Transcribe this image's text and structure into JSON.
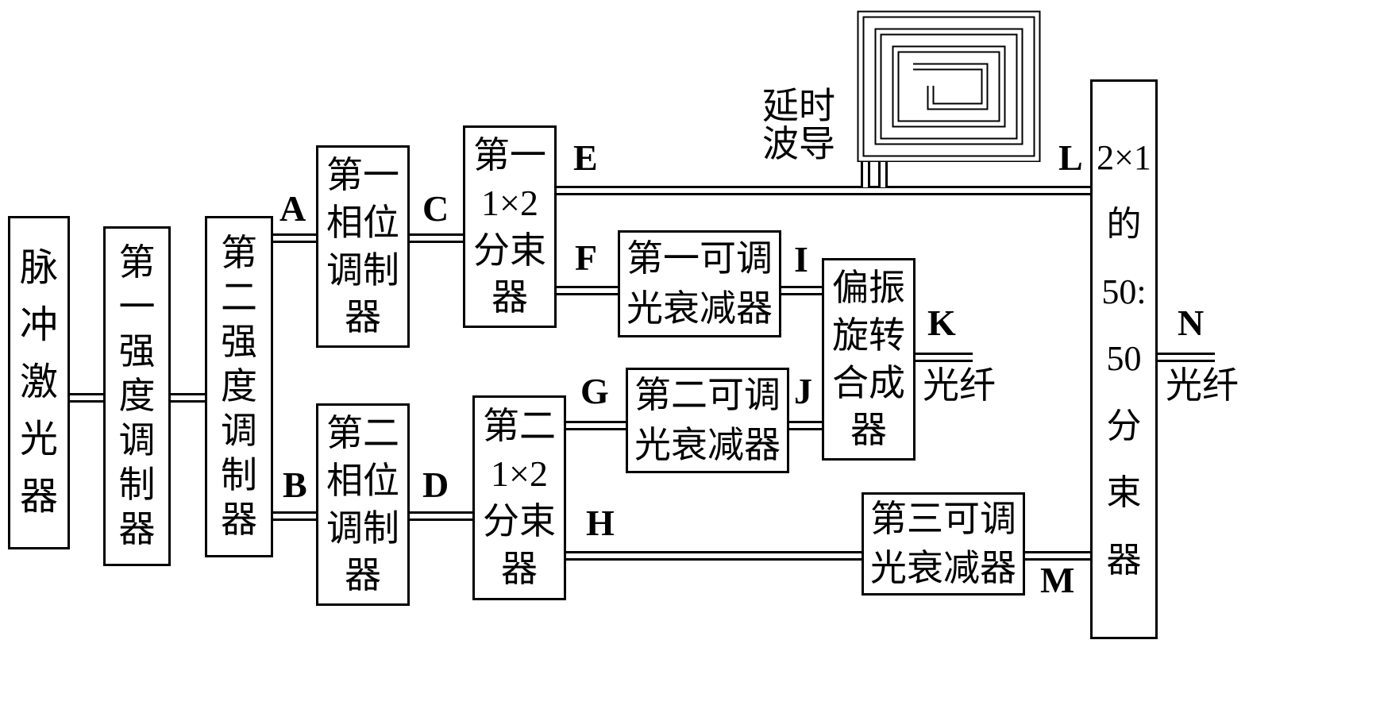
{
  "canvas": {
    "background": "#ffffff",
    "line_color": "#000000"
  },
  "boxes": {
    "pulse_laser": {
      "label": "脉冲激光器",
      "lines": [
        "脉",
        "冲",
        "激",
        "光",
        "器"
      ]
    },
    "im1": {
      "label": "第一强度调制器",
      "lines": [
        "第",
        "一",
        "强",
        "度",
        "调",
        "制",
        "器"
      ]
    },
    "im2": {
      "label": "第二强度调制器",
      "lines": [
        "第",
        "二",
        "强",
        "度",
        "调",
        "制",
        "器"
      ]
    },
    "pm1": {
      "label": "第一相位调制器",
      "lines": [
        "第一",
        "相位",
        "调制",
        "器"
      ]
    },
    "pm2": {
      "label": "第二相位调制器",
      "lines": [
        "第二",
        "相位",
        "调制",
        "器"
      ]
    },
    "bs1": {
      "label": "第一1×2分束器",
      "lines": [
        "第一",
        "1×2",
        "分束",
        "器"
      ]
    },
    "bs2": {
      "label": "第二1×2分束器",
      "lines": [
        "第二",
        "1×2",
        "分束",
        "器"
      ]
    },
    "voa1": {
      "label": "第一可调光衰减器",
      "lines": [
        "第一可调",
        "光衰减器"
      ]
    },
    "voa2": {
      "label": "第二可调光衰减器",
      "lines": [
        "第二可调",
        "光衰减器"
      ]
    },
    "voa3": {
      "label": "第三可调光衰减器",
      "lines": [
        "第三可调",
        "光衰减器"
      ]
    },
    "prc": {
      "label": "偏振旋转合成器",
      "lines": [
        "偏振",
        "旋转",
        "合成",
        "器"
      ]
    },
    "obs": {
      "label": "2×1的50:50分束器",
      "lines": [
        "2×1",
        "的",
        "50:",
        "50",
        "分",
        "束",
        "器"
      ]
    }
  },
  "node_labels": {
    "a": "A",
    "b": "B",
    "c": "C",
    "d": "D",
    "e": "E",
    "f": "F",
    "g": "G",
    "h": "H",
    "i": "I",
    "j": "J",
    "k": "K",
    "l": "L",
    "m": "M",
    "n": "N"
  },
  "annotations": {
    "delay_waveguide": {
      "label": "延时波导",
      "lines": [
        "延时",
        "波导"
      ]
    },
    "fiber_k": "光纤",
    "fiber_n": "光纤"
  }
}
